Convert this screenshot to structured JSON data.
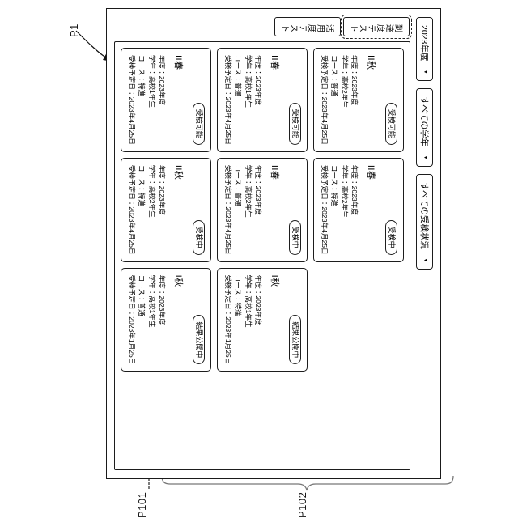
{
  "figure": {
    "labels": [
      {
        "id": "P1",
        "text": "P1"
      },
      {
        "id": "P101",
        "text": "P101"
      },
      {
        "id": "P102",
        "text": "P102"
      }
    ]
  },
  "window": {
    "toolbar": {
      "filters": [
        {
          "label": "2023年度",
          "caret": "▼"
        },
        {
          "label": "すべての学年",
          "caret": "▼"
        },
        {
          "label": "すべての受検状況",
          "caret": "▼"
        }
      ]
    },
    "tabs": [
      {
        "label": "到達度テスト",
        "selected": true
      },
      {
        "label": "活用度テスト",
        "selected": false
      }
    ],
    "groups": [
      {
        "cards": [
          {
            "title": "II秋",
            "status": "受検可能",
            "year_label": "年度：2023年度",
            "grade_label": "学年：高校2年生",
            "course_label": "コース：普通",
            "date_label": "受検予定日：2023年4月25日"
          },
          {
            "title": "II春",
            "status": "受検中",
            "year_label": "年度：2023年度",
            "grade_label": "学年：高校2年生",
            "course_label": "コース：特進",
            "date_label": "受検予定日：2023年4月25日"
          }
        ]
      },
      {
        "cards": [
          {
            "title": "II春",
            "status": "受検可能",
            "year_label": "年度：2023年度",
            "grade_label": "学年：高校1年生",
            "course_label": "コース：普通",
            "date_label": "受検予定日：2023年4月25日"
          },
          {
            "title": "II春",
            "status": "受検中",
            "year_label": "年度：2023年度",
            "grade_label": "学年：高校2年生",
            "course_label": "コース：普通",
            "date_label": "受検予定日：2023年4月25日"
          },
          {
            "title": "I秋",
            "status": "結果公開中",
            "year_label": "年度：2023年度",
            "grade_label": "学年：高校1年生",
            "course_label": "コース：特進",
            "date_label": "受検予定日：2023年1月25日"
          }
        ]
      },
      {
        "cards": [
          {
            "title": "II春",
            "status": "受検可能",
            "year_label": "年度：2023年度",
            "grade_label": "学年：高校1年生",
            "course_label": "コース：特進",
            "date_label": "受検予定日：2023年4月25日"
          },
          {
            "title": "II秋",
            "status": "受検中",
            "year_label": "年度：2023年度",
            "grade_label": "学年：高校2年生",
            "course_label": "コース：特進",
            "date_label": "受検予定日：2023年4月25日"
          },
          {
            "title": "I秋",
            "status": "結果公開中",
            "year_label": "年度：2023年度",
            "grade_label": "学年：高校1年生",
            "course_label": "コース：普通",
            "date_label": "受検予定日：2023年1月25日"
          }
        ]
      }
    ]
  }
}
